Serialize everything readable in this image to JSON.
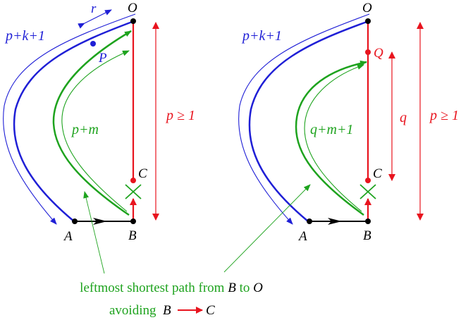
{
  "colors": {
    "blue": "#1f1fd6",
    "green": "#1ea31e",
    "red": "#e8141e",
    "black": "#000000"
  },
  "left": {
    "label_r": "r",
    "label_O": "O",
    "label_P": "P",
    "label_C": "C",
    "label_A": "A",
    "label_B": "B",
    "label_blue": "p+k+1",
    "label_green": "p+m",
    "label_red": "p ≥ 1"
  },
  "right": {
    "label_O": "O",
    "label_Q": "Q",
    "label_C": "C",
    "label_A": "A",
    "label_B": "B",
    "label_blue": "p+k+1",
    "label_green": "q+m+1",
    "label_q": "q",
    "label_red": "p ≥ 1"
  },
  "caption": {
    "line1_text": "leftmost shortest path from ",
    "line1_B": "B",
    "line1_to": " to ",
    "line1_O": "O",
    "line2_text": "avoiding ",
    "line2_B": "B",
    "line2_C": "C"
  }
}
